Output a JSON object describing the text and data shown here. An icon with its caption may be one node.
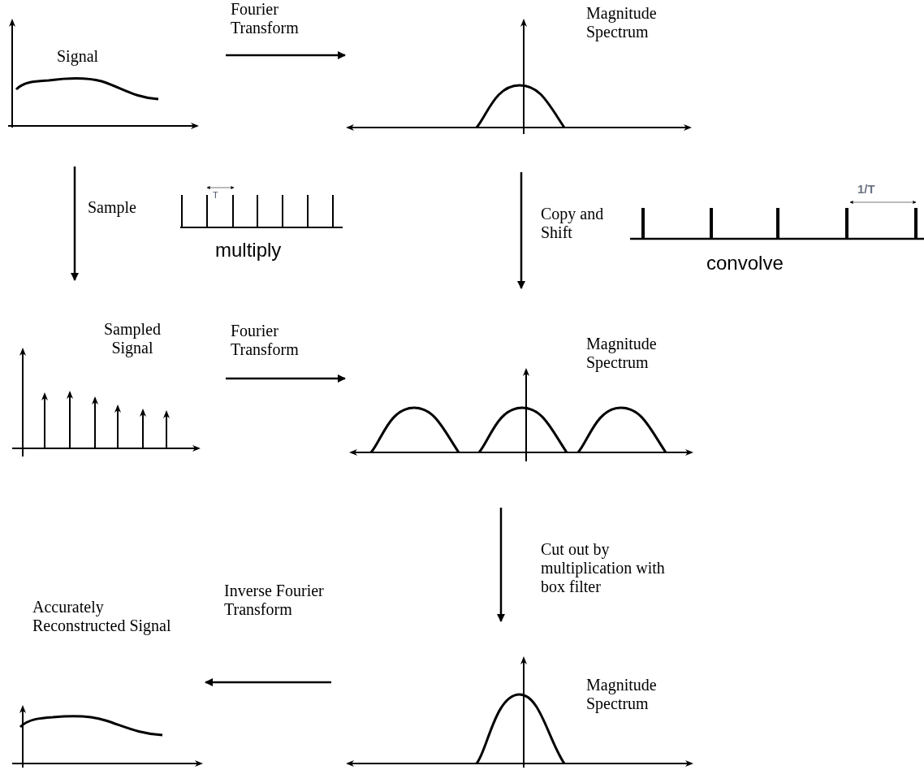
{
  "diagram": {
    "nodes": [
      {
        "text": [
          "Signal"
        ]
      },
      {
        "text": [
          "Magnitude Spectrum"
        ]
      },
      {
        "text": [
          "Sampled Signal"
        ]
      },
      {
        "text": [
          "Magnitude Spectrum"
        ]
      },
      {
        "text": [
          "Accurately Reconstructed Signal"
        ]
      },
      {
        "text": [
          "Magnitude Spectrum"
        ]
      }
    ],
    "edges": [
      {
        "from": 0,
        "to": 1,
        "arrow": "to",
        "label": "Fourier Transform"
      },
      {
        "from": 0,
        "to": 2,
        "arrow": "to",
        "label": "Sample"
      },
      {
        "from": 1,
        "to": 3,
        "arrow": "to",
        "label": "Copy and Shift"
      },
      {
        "from": 2,
        "to": 3,
        "arrow": "to",
        "label": "Fourier Transform"
      },
      {
        "from": 3,
        "to": 5,
        "arrow": "to",
        "label": "Cut out by multiplication with box filter"
      },
      {
        "from": 5,
        "to": 4,
        "arrow": "to",
        "label": "Inverse Fourier Transform"
      }
    ],
    "labels": [
      "T",
      "multiply",
      "1/T",
      "convolve"
    ]
  }
}
